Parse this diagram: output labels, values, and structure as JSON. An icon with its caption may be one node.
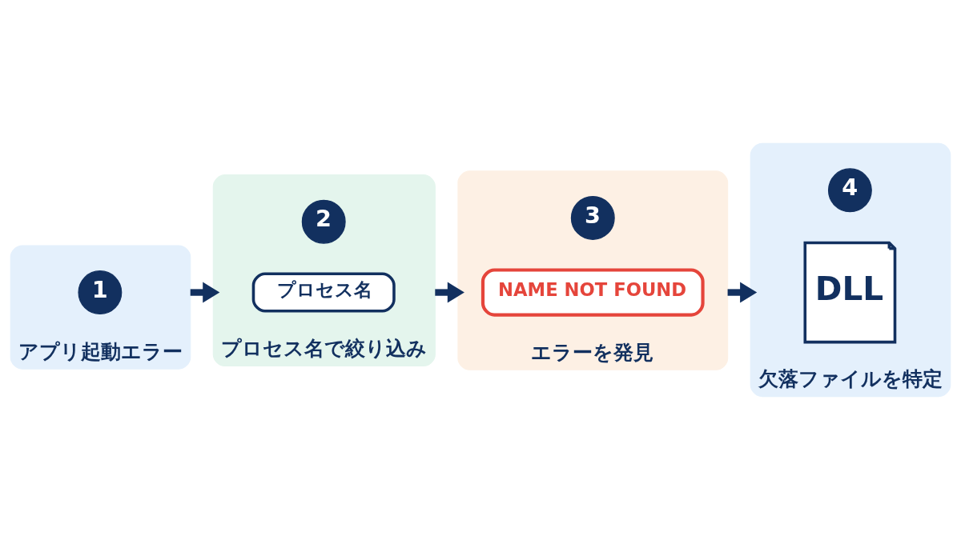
{
  "diagram": {
    "nodes": [
      {
        "text": [
          "アプリ起動エラー"
        ]
      },
      {
        "text": [
          "1"
        ],
        "in": 0
      },
      {
        "text": [
          "プロセス名で絞り込み"
        ]
      },
      {
        "text": [
          "2"
        ],
        "in": 2
      },
      {
        "text": [
          "プロセス名"
        ],
        "in": 2
      },
      {
        "text": [
          "エラーを発見"
        ]
      },
      {
        "text": [
          "3"
        ],
        "in": 5
      },
      {
        "text": [
          "NAME NOT FOUND"
        ],
        "in": 5
      },
      {
        "text": [
          "欠落ファイルを特定"
        ]
      },
      {
        "text": [
          "4"
        ],
        "in": 8
      },
      {
        "text": [
          "DLL"
        ],
        "in": 8
      }
    ],
    "edges": [
      {
        "from": 0,
        "to": 2,
        "arrow": "to"
      },
      {
        "from": 2,
        "to": 5,
        "arrow": "to"
      },
      {
        "from": 5,
        "to": 8,
        "arrow": "to"
      }
    ]
  }
}
